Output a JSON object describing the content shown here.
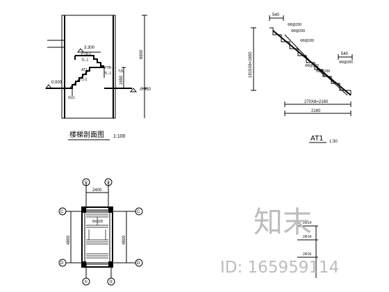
{
  "section": {
    "title": "楼梯剖面图",
    "scale": "1:100",
    "elev_landing": "3.300",
    "elev_ground": "0.000",
    "elev_base": "-0.450",
    "dim_total": "6600",
    "dim_lower": "1650",
    "labels": [
      "PTB-1",
      "TL-1",
      "AT1-1",
      "AT1-2",
      "PTB-1",
      "TL-1",
      "TZL",
      "GUL"
    ]
  },
  "at1": {
    "title": "AT1",
    "scale": "1:30",
    "dim_top": "540",
    "dim_mid": "540",
    "dim_height": "1815X6=1650",
    "dim_run": "270X8=2160",
    "dim_total": "2160",
    "rebars": [
      "Φ8@200",
      "Φ8@200",
      "Φ8@200",
      "Φ8@200",
      "Φ8@200",
      "Φ8@200"
    ]
  },
  "plan": {
    "dim_width": "2400",
    "dim_left": "4800",
    "dim_right": "4800",
    "inner_label": "8m100",
    "axes": [
      "①",
      "②",
      "C",
      "C",
      "D",
      "D",
      "①",
      "②"
    ]
  },
  "partial": {
    "labels": [
      "2Φ14",
      "2Φ14",
      "2Φ16"
    ]
  },
  "watermark": {
    "logo": "知末",
    "id": "ID: 165959114"
  }
}
